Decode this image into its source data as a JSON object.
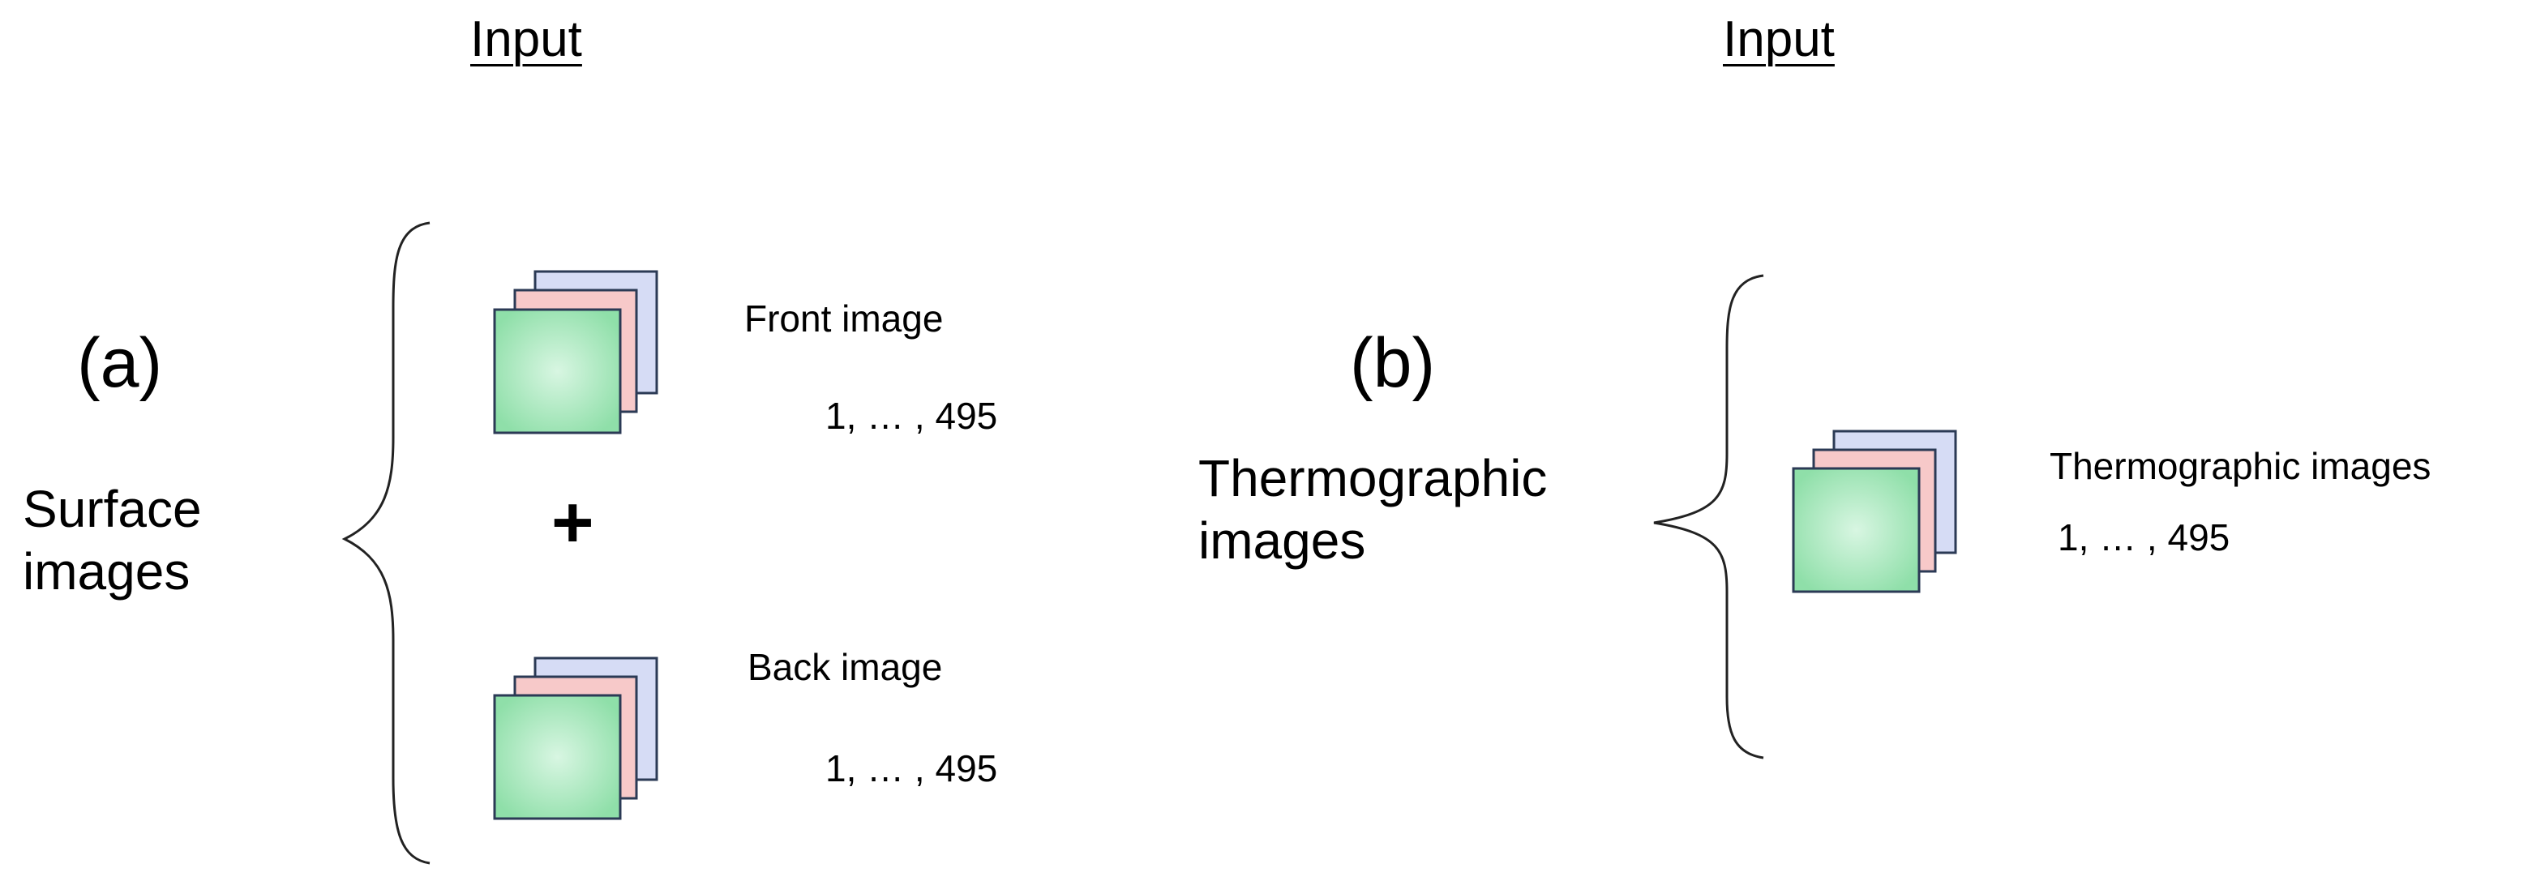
{
  "panel_a": {
    "title": "Input",
    "label": "(a)",
    "group_label": "Surface images",
    "front": {
      "caption": "Front image",
      "range": "1, … , 495"
    },
    "operator": "+",
    "back": {
      "caption": "Back image",
      "range": "1, … , 495"
    }
  },
  "panel_b": {
    "title": "Input",
    "label": "(b)",
    "group_label": "Thermographic images",
    "stack": {
      "caption": "Thermographic images",
      "range": "1, … , 495"
    }
  },
  "colors": {
    "back_layer": "#d6dcf5",
    "middle_layer": "#f7c9c9",
    "front_layer_center": "#c4efd6",
    "front_layer_edge": "#8fdfa9",
    "stroke": "#2b3a55"
  }
}
